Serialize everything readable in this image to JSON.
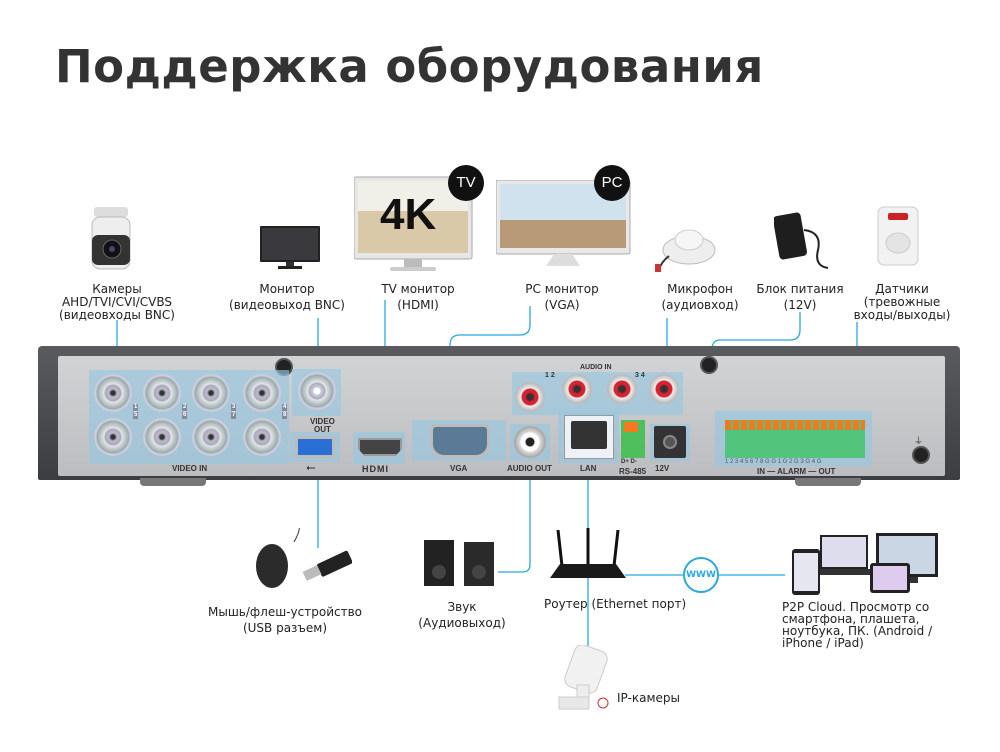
{
  "title": "Поддержка оборудования",
  "colors": {
    "accent": "#29a8e0",
    "panel": "#c9cacc",
    "chassis": "#4a4b4e",
    "highlight": "#9ccbe0"
  },
  "top_labels": {
    "cameras": [
      "Камеры",
      "AHD/TVI/CVI/CVBS",
      "(видеовходы BNC)"
    ],
    "monitor": [
      "Монитор",
      "(видеовыход BNC)"
    ],
    "tv": [
      "TV монитор",
      "(HDMI)"
    ],
    "pc": [
      "PC монитор",
      "(VGA)"
    ],
    "mic": [
      "Микрофон",
      "(аудиовход)"
    ],
    "psu": [
      "Блок питания",
      "(12V)"
    ],
    "sensors": [
      "Датчики",
      "(тревожные",
      "входы/выходы)"
    ]
  },
  "badges": {
    "tv": "TV",
    "pc": "PC",
    "resolution": "4K"
  },
  "panel_labels": {
    "video_in": "VIDEO IN",
    "video_out": [
      "VIDEO",
      "OUT"
    ],
    "hdmi": "HDMI",
    "vga": "VGA",
    "audio_in": "AUDIO IN",
    "audio_in_ch12": "1 2",
    "audio_in_ch34": "3 4",
    "audio_out": "AUDIO OUT",
    "lan": "LAN",
    "rs485": "RS-485",
    "rs485_pins": "D+ D-",
    "power": "12V",
    "alarm": "IN — ALARM — OUT",
    "alarm_pins": "1 2 3 4 5 6 7 8 G G 1 G 2 G 3 G 4 G",
    "bnc_numbers": [
      "1",
      "5",
      "2",
      "6",
      "3",
      "7",
      "4",
      "8"
    ]
  },
  "bottom_labels": {
    "usb": [
      "Мышь/флеш-устройство",
      "(USB разъем)"
    ],
    "audio": [
      "Звук",
      "(Аудиовыход)"
    ],
    "router": "Роутер (Ethernet порт)",
    "cloud": [
      "P2P Cloud. Просмотр со",
      "смартфона, плашета,",
      "ноутбука, ПК. (Android /",
      "iPhone / iPad)"
    ],
    "globe": "WWW",
    "ipcam": "IP-камеры"
  }
}
